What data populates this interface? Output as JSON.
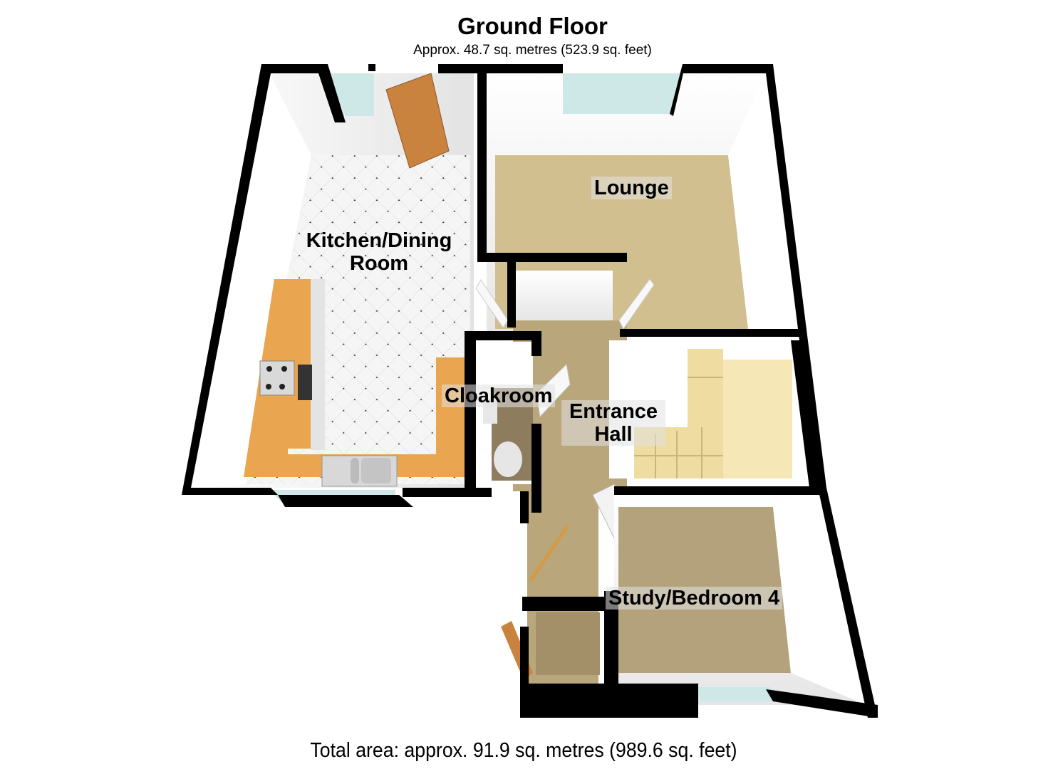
{
  "header": {
    "title": "Ground Floor",
    "subtitle": "Approx. 48.7 sq. metres (523.9 sq. feet)"
  },
  "footer": {
    "total_area": "Total area: approx. 91.9 sq. metres (989.6 sq. feet)"
  },
  "rooms": [
    {
      "id": "kitchen",
      "line1": "Kitchen/Dining",
      "line2": "Room",
      "floor": "white-tile-dots"
    },
    {
      "id": "lounge",
      "line1": "Lounge",
      "floor": "beige-carpet"
    },
    {
      "id": "cloakroom",
      "line1": "Cloakroom",
      "floor": "brown-tile"
    },
    {
      "id": "entrance-hall",
      "line1": "Entrance",
      "line2": "Hall",
      "floor": "beige-carpet"
    },
    {
      "id": "study",
      "line1": "Study/Bedroom 4",
      "floor": "beige-carpet"
    }
  ],
  "colors": {
    "wall": "#000000",
    "wall_inner": "#f2f2f2",
    "carpet": "#d2bf8f",
    "hall_carpet": "#b9a67a",
    "study_carpet": "#b3a27c",
    "tile": "#f4f4f4",
    "worktop": "#e9a54f",
    "door": "#c9833f",
    "window": "#cde8e6",
    "stairs": "#eedca0"
  }
}
